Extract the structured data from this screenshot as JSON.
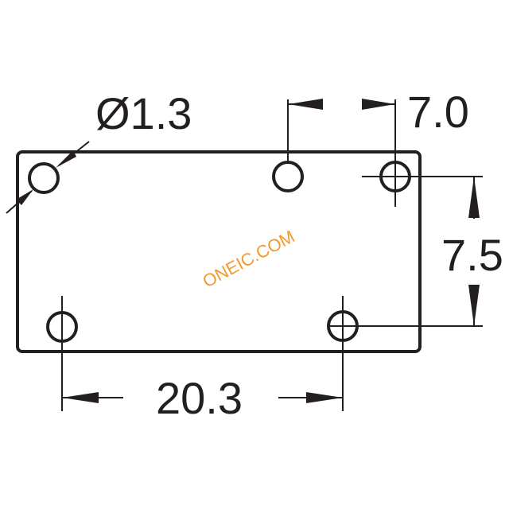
{
  "diagram": {
    "labels": {
      "hole_diameter": "Ø1.3",
      "pin_pitch_top": "7.0",
      "pin_pitch_side": "7.5",
      "pin_span_bottom": "20.3"
    },
    "watermark": "ONEIC.COM",
    "colors": {
      "line": "#231f20",
      "watermark": "#f39a2e",
      "background": "#ffffff"
    }
  }
}
